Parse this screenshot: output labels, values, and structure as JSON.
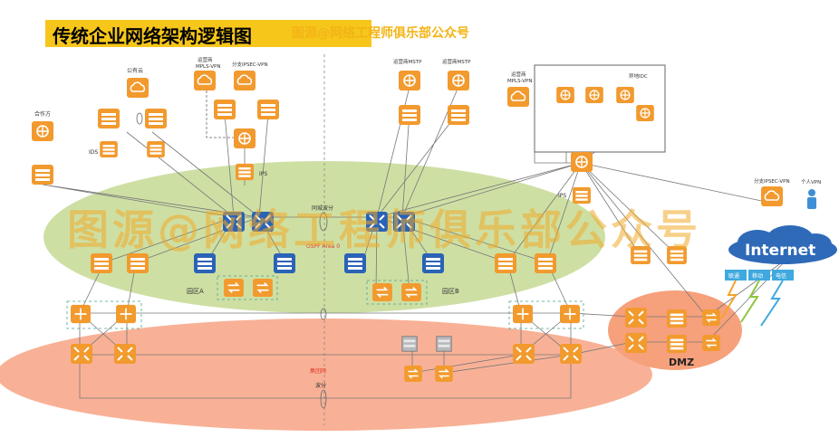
{
  "title": "传统企业网络架构逻辑图",
  "watermark_small": "图源@网络工程师俱乐部公众号",
  "watermark_big": "图源@网络工程师俱乐部公众号",
  "labels": {
    "partner": "合作方",
    "public_cloud": "公有云",
    "carrier_mpls_1": "运营商",
    "carrier_mpls_2": "MPLS-VPN",
    "branch_ipsec": "分支IPSEC-VPN",
    "ips_left": "IPS",
    "ids": "IDS",
    "carrier_mstp_1": "运营商MSTP",
    "carrier_mstp_2": "运营商MSTP",
    "carrier_mpls_right_1": "运营商",
    "carrier_mpls_right_2": "MPLS-VPN",
    "remote_idc": "异地IDC",
    "ips_right": "IPS",
    "branch_ipsec_right": "分支IPSEC-VPN",
    "personal_vpn": "个人VPN",
    "internet": "Internet",
    "isp_unicom": "联通",
    "isp_mobile": "移动",
    "isp_telecom": "电信",
    "metro_dual_link": "同城波分",
    "ospf_area": "OSPF Area 0",
    "campus_a": "园区A",
    "campus_b": "园区B",
    "group_network": "集团网",
    "wave_division": "波分",
    "dmz": "DMZ"
  },
  "colors": {
    "title_bg": "#f6c61b",
    "device_orange": "#f29a2e",
    "device_blue": "#2a63b6",
    "green_zone": "#c9dc9a",
    "red_zone": "#f7a98b",
    "dmz_zone": "#f6a07c",
    "internet_blue": "#2e6ab8"
  }
}
